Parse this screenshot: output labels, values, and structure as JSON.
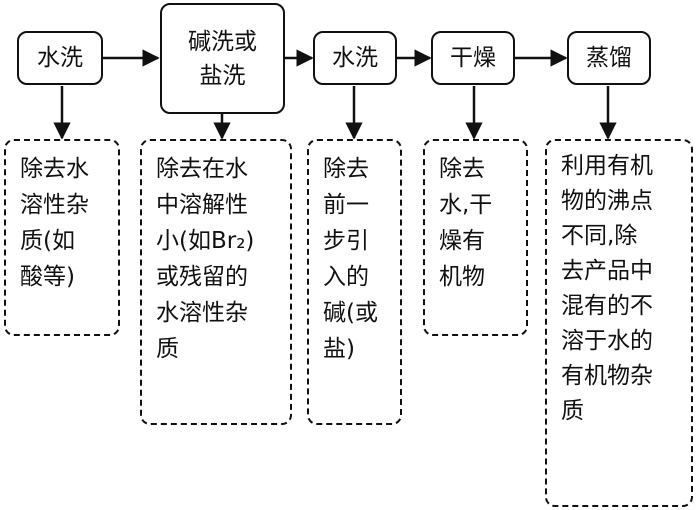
{
  "steps": [
    {
      "lines": [
        "水洗"
      ]
    },
    {
      "lines": [
        "碱洗或",
        "盐洗"
      ]
    },
    {
      "lines": [
        "水洗"
      ]
    },
    {
      "lines": [
        "干燥"
      ]
    },
    {
      "lines": [
        "蒸馏"
      ]
    }
  ],
  "notes": [
    {
      "lines": [
        "除去水",
        "溶性杂",
        "质(如",
        "酸等)"
      ]
    },
    {
      "lines": [
        "除去在水",
        "中溶解性",
        "小(如Br₂)",
        "或残留的",
        "水溶性杂",
        "质"
      ]
    },
    {
      "lines": [
        "除去",
        "前一",
        "步引",
        "入的",
        "碱(或",
        "盐)"
      ]
    },
    {
      "lines": [
        "除去",
        "水,干",
        "燥有",
        "机物"
      ]
    },
    {
      "lines": [
        "利用有机",
        "物的沸点",
        "不同,除",
        "去产品中",
        "混有的不",
        "溶于水的",
        "有机物杂",
        "质"
      ]
    }
  ]
}
